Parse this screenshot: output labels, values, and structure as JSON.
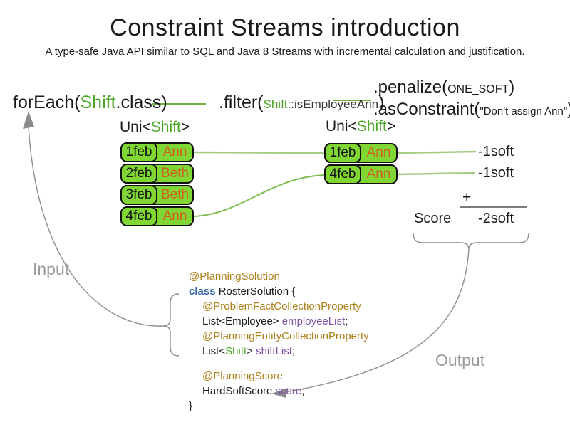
{
  "colors": {
    "green_text": "#4ea629",
    "box_fill": "#80d733",
    "name_orange": "#cf6120",
    "annotation_brown": "#ad7f18",
    "field_purple": "#7e4fa5",
    "keyword_blue": "#3465a4",
    "line_light_green": "#a6cc84",
    "curve_green": "#7fbd4f",
    "dash_green": "#6ab03c",
    "gray_arrow": "#8c8c8c",
    "gray_label": "#9b9b9b"
  },
  "header": {
    "title": "Constraint Streams introduction",
    "subtitle": "A type-safe Java API similar to SQL and Java 8 Streams with incremental calculation and justification."
  },
  "expression": {
    "foreach": {
      "pre": "forEach(",
      "arg": "Shift",
      "post": ".class)"
    },
    "filter": {
      "pre": ".filter(",
      "arg_class": "Shift",
      "arg_rest": "::isEmployeeAnn",
      "post": ")"
    },
    "penalize": {
      "pre": ".penalize(",
      "arg": "ONE_SOFT",
      "post": ")"
    },
    "as_constraint": {
      "pre": ".asConstraint(",
      "arg": "\"Don't assign Ann\"",
      "post": ")"
    }
  },
  "streams": {
    "left": {
      "type_label": {
        "pre": "Uni<",
        "arg": "Shift",
        "post": ">"
      },
      "rows": [
        {
          "date": "1feb",
          "name": "Ann"
        },
        {
          "date": "2feb",
          "name": "Beth"
        },
        {
          "date": "3feb",
          "name": "Beth"
        },
        {
          "date": "4feb",
          "name": "Ann"
        }
      ]
    },
    "right": {
      "type_label": {
        "pre": "Uni<",
        "arg": "Shift",
        "post": ">"
      },
      "rows": [
        {
          "date": "1feb",
          "name": "Ann"
        },
        {
          "date": "4feb",
          "name": "Ann"
        }
      ]
    }
  },
  "score_panel": {
    "penalties": [
      "-1soft",
      "-1soft"
    ],
    "plus_sign": "+",
    "score_label": "Score",
    "total": "-2soft"
  },
  "labels": {
    "input": "Input",
    "output": "Output"
  },
  "code": {
    "line1": "@PlanningSolution",
    "line2": {
      "keyword": "class",
      "rest": " RosterSolution {"
    },
    "line3": "@ProblemFactCollectionProperty",
    "line4": {
      "pre": "List<Employee> ",
      "field": "employeeList",
      "post": ";"
    },
    "line5": "@PlanningEntityCollectionProperty",
    "line6": {
      "pre": "List<",
      "type": "Shift",
      "mid": "> ",
      "field": "shiftList",
      "post": ";"
    },
    "line7": "@PlanningScore",
    "line8": {
      "pre": "HardSoftScore ",
      "field": "score",
      "post": ";"
    },
    "line9": "}"
  }
}
